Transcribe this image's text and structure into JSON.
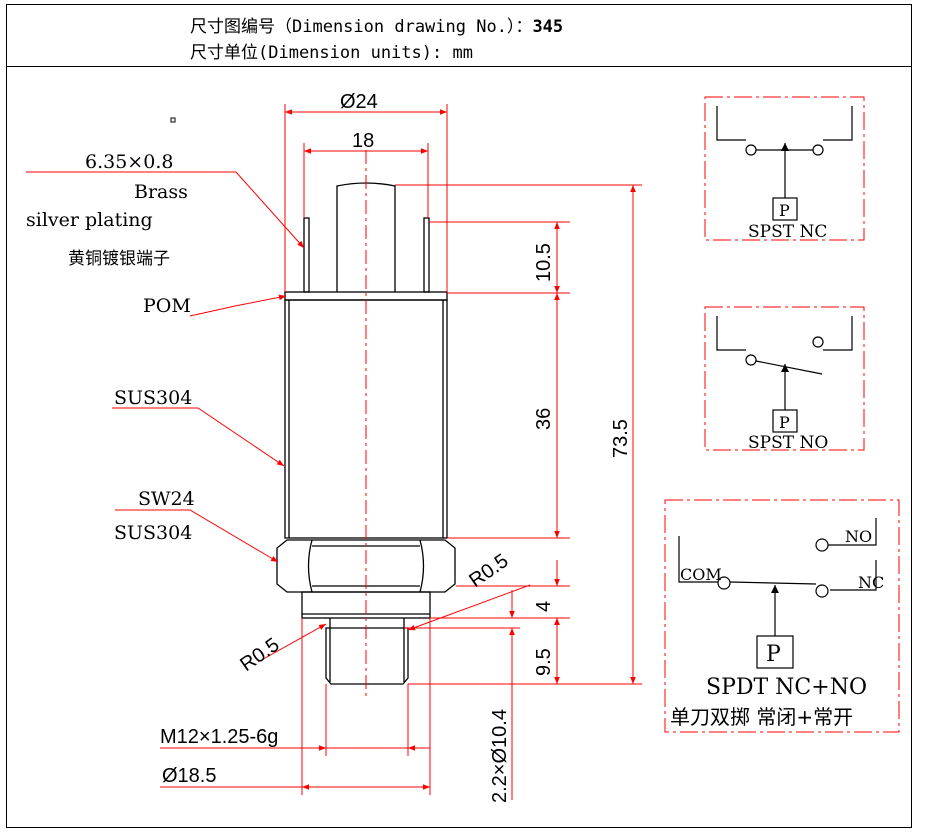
{
  "header": {
    "drawing_no_label": "尺寸图编号（Dimension drawing No.）：",
    "drawing_no": "345",
    "units_label": "尺寸单位(Dimension units): mm"
  },
  "labels": {
    "terminal_size": "6.35×0.8",
    "terminal_mat1": "Brass",
    "terminal_mat2": "silver plating",
    "terminal_cn": "黄铜镀银端子",
    "pom": "POM",
    "body_mat": "SUS304",
    "hex_size": "SW24",
    "hex_mat": "SUS304",
    "thread": "M12×1.25-6g",
    "dia_shoulder": "Ø18.5"
  },
  "dimensions": {
    "dia_24": "Ø24",
    "w_18": "18",
    "h_105": "10.5",
    "h_36": "36",
    "h_735": "73.5",
    "h_4": "4",
    "h_95": "9.5",
    "groove": "2.2×Ø10.4",
    "r_top": "R0.5",
    "r_left": "R0.5"
  },
  "switches": {
    "nc_label": "SPST NC",
    "no_label": "SPST NO",
    "p": "P",
    "com": "COM",
    "no": "NO",
    "nc": "NC",
    "spdt_label": "SPDT NC+NO",
    "spdt_cn": "单刀双掷 常闭+常开"
  },
  "colors": {
    "line": "#000000",
    "dim": "#ff0000"
  }
}
